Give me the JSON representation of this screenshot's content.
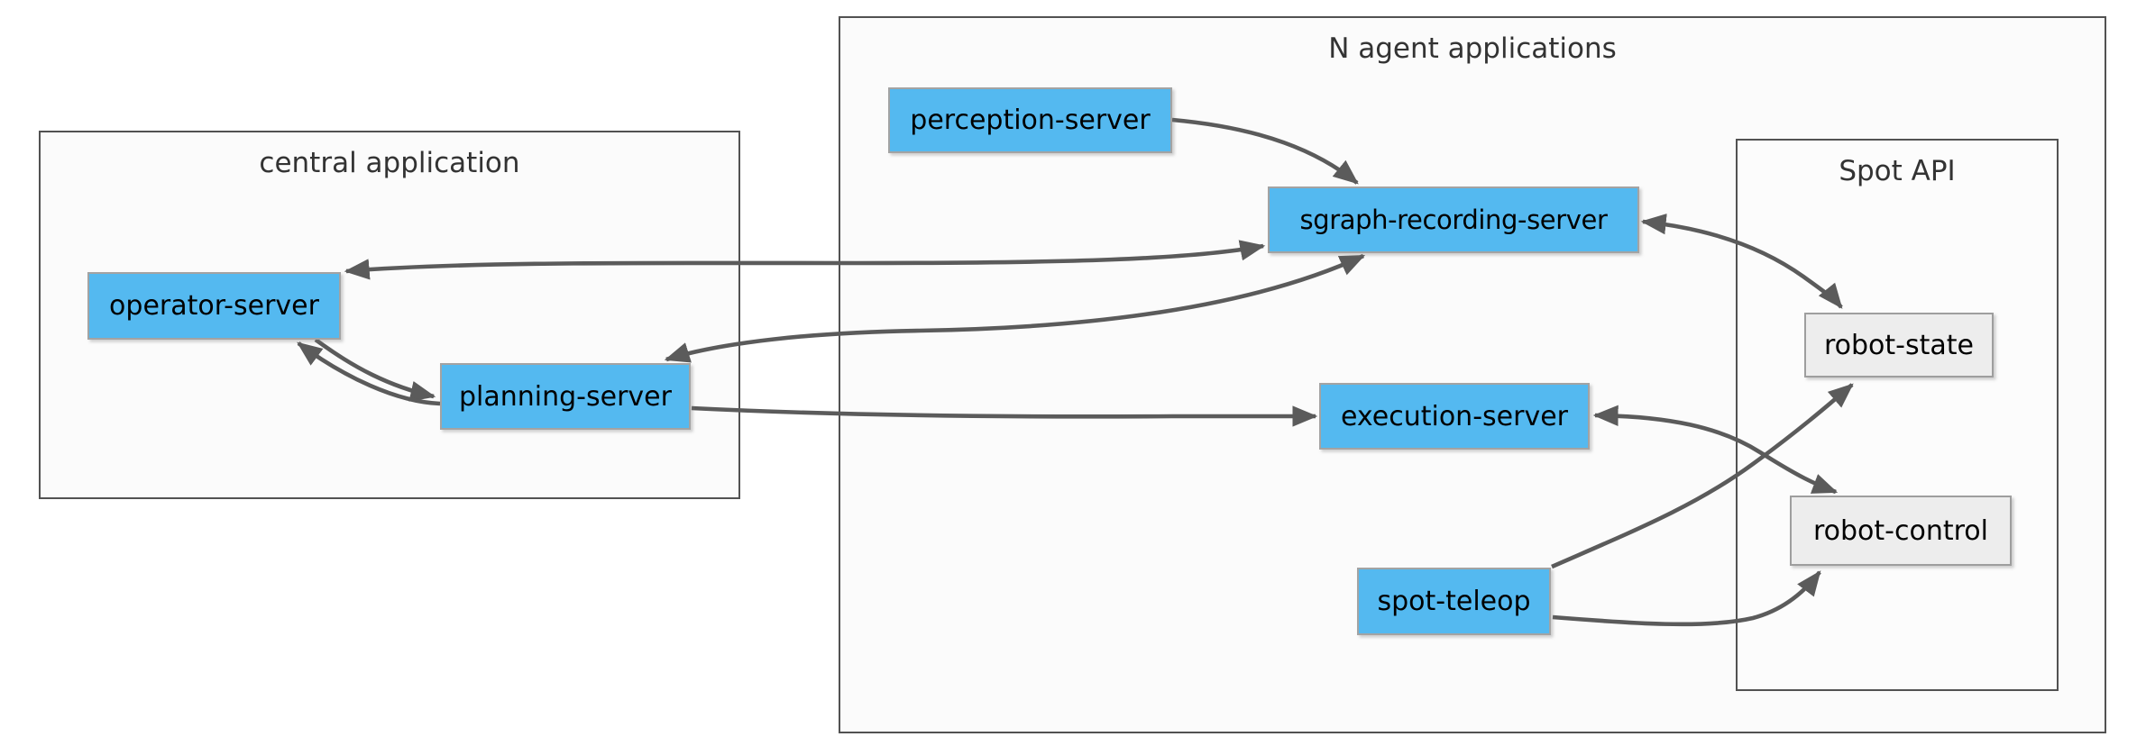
{
  "diagram": {
    "type": "flowchart",
    "subgraphs": [
      {
        "id": "central-application",
        "label": "central application"
      },
      {
        "id": "n-agent-applications",
        "label": "N agent applications"
      },
      {
        "id": "spot-api",
        "label": "Spot API"
      }
    ],
    "nodes": [
      {
        "id": "operator-server",
        "label": "operator-server",
        "group": "central-application",
        "kind": "server"
      },
      {
        "id": "planning-server",
        "label": "planning-server",
        "group": "central-application",
        "kind": "server"
      },
      {
        "id": "perception-server",
        "label": "perception-server",
        "group": "n-agent-applications",
        "kind": "server"
      },
      {
        "id": "sgraph-recording-server",
        "label": "sgraph-recording-server",
        "group": "n-agent-applications",
        "kind": "server"
      },
      {
        "id": "execution-server",
        "label": "execution-server",
        "group": "n-agent-applications",
        "kind": "server"
      },
      {
        "id": "spot-teleop",
        "label": "spot-teleop",
        "group": "n-agent-applications",
        "kind": "server"
      },
      {
        "id": "robot-state",
        "label": "robot-state",
        "group": "spot-api",
        "kind": "api"
      },
      {
        "id": "robot-control",
        "label": "robot-control",
        "group": "spot-api",
        "kind": "api"
      }
    ],
    "edges": [
      {
        "from": "perception-server",
        "to": "sgraph-recording-server",
        "bidirectional": false
      },
      {
        "from": "operator-server",
        "to": "sgraph-recording-server",
        "bidirectional": true
      },
      {
        "from": "planning-server",
        "to": "sgraph-recording-server",
        "bidirectional": true
      },
      {
        "from": "operator-server",
        "to": "planning-server",
        "bidirectional": false
      },
      {
        "from": "planning-server",
        "to": "operator-server",
        "bidirectional": false
      },
      {
        "from": "planning-server",
        "to": "execution-server",
        "bidirectional": false
      },
      {
        "from": "execution-server",
        "to": "robot-control",
        "bidirectional": true
      },
      {
        "from": "sgraph-recording-server",
        "to": "robot-state",
        "bidirectional": true
      },
      {
        "from": "spot-teleop",
        "to": "robot-state",
        "bidirectional": false
      },
      {
        "from": "spot-teleop",
        "to": "robot-control",
        "bidirectional": false
      }
    ],
    "colors": {
      "server_node_fill": "#54b9f0",
      "api_node_fill": "#ededed",
      "node_border": "#a3a3a3",
      "subgraph_border": "#525252",
      "subgraph_fill": "#fbfbfb",
      "edge": "#5b5b5b",
      "node_text": "#000000",
      "title_text": "#333333",
      "background": "#ffffff"
    }
  }
}
